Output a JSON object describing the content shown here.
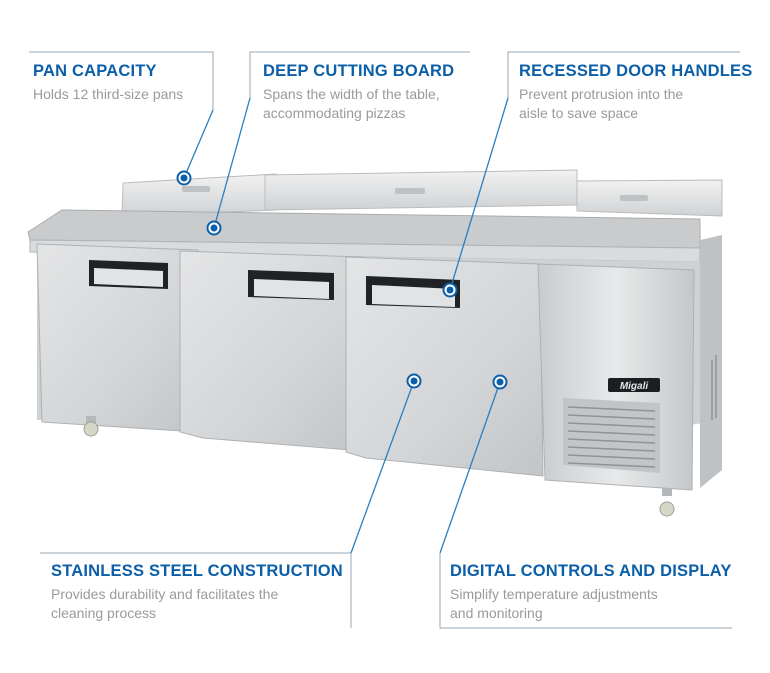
{
  "callouts": [
    {
      "id": "pan",
      "title": "PAN CAPACITY",
      "lines": [
        "Holds 12 third-size pans"
      ]
    },
    {
      "id": "board",
      "title": "DEEP CUTTING BOARD",
      "lines": [
        "Spans the width of the table,",
        "accommodating pizzas"
      ]
    },
    {
      "id": "handles",
      "title": "RECESSED DOOR HANDLES",
      "lines": [
        "Prevent protrusion into the",
        "aisle to save space"
      ]
    },
    {
      "id": "steel",
      "title": "STAINLESS STEEL CONSTRUCTION",
      "lines": [
        "Provides durability and facilitates the",
        "cleaning process"
      ]
    },
    {
      "id": "digital",
      "title": "DIGITAL CONTROLS AND DISPLAY",
      "lines": [
        "Simplify temperature adjustments",
        "and monitoring"
      ]
    }
  ],
  "product": {
    "brand": "Migali"
  },
  "colors": {
    "accent": "#0b5fa8",
    "description": "#9a9a9a",
    "steel": "#d6d8da"
  }
}
